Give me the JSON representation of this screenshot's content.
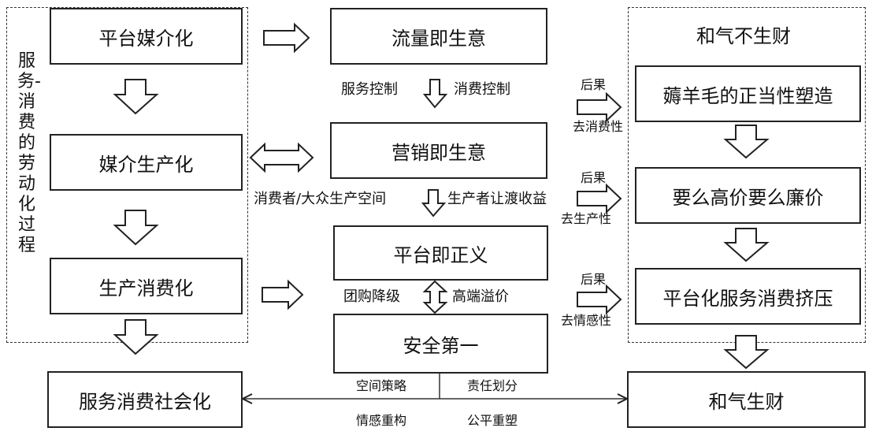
{
  "left_group": {
    "vertical_title": "服务-消费的劳动化过程",
    "boxes": [
      "平台媒介化",
      "媒介生产化",
      "生产消费化"
    ]
  },
  "middle": {
    "boxes": [
      "流量即生意",
      "营销即生意",
      "平台即正义",
      "安全第一"
    ],
    "labels": {
      "service_control": "服务控制",
      "consume_control": "消费控制",
      "consumer_space": "消费者/大众生产空间",
      "producer_benefit": "生产者让渡收益",
      "group_buy": "团购降级",
      "premium": "高端溢价",
      "space_strategy": "空间策略",
      "responsibility": "责任划分",
      "emotion_rebuild": "情感重构",
      "fair_reshape": "公平重塑"
    }
  },
  "right_group": {
    "header": "和气不生财",
    "boxes": [
      "薅羊毛的正当性塑造",
      "要么高价要么廉价",
      "平台化服务消费挤压"
    ]
  },
  "consequences": [
    {
      "top": "后果",
      "bottom": "去消费性"
    },
    {
      "top": "后果",
      "bottom": "去生产性"
    },
    {
      "top": "后果",
      "bottom": "去情感性"
    }
  ],
  "bottom": {
    "left_box": "服务消费社会化",
    "right_box": "和气生财"
  }
}
